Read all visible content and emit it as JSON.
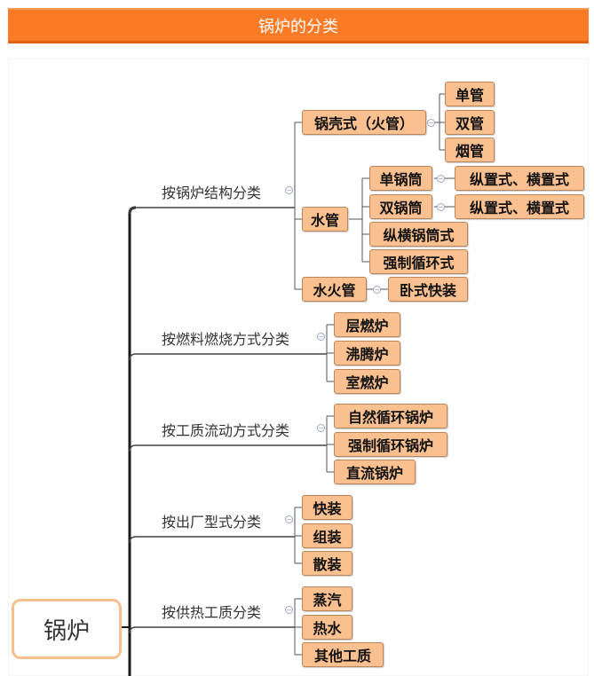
{
  "page": {
    "title": "锅炉的分类"
  },
  "colors": {
    "accent": "#fb7a26",
    "node_fill": "#fac08f",
    "node_border": "#b8865a",
    "root_border": "#f6c08e"
  },
  "root": {
    "label": "锅炉"
  },
  "categories": [
    {
      "label": "按锅炉结构分类",
      "children": [
        {
          "label": "锅壳式（火管）",
          "children": [
            "单管",
            "双管",
            "烟管"
          ]
        },
        {
          "label": "水管",
          "children": [
            "单锅筒",
            "双锅筒",
            "纵横锅筒式",
            "强制循环式"
          ],
          "grandchildren": {
            "单锅筒": "纵置式、横置式",
            "双锅筒": "纵置式、横置式"
          }
        },
        {
          "label": "水火管",
          "children": [
            "卧式快装"
          ]
        }
      ]
    },
    {
      "label": "按燃料燃烧方式分类",
      "children": [
        "层燃炉",
        "沸腾炉",
        "室燃炉"
      ]
    },
    {
      "label": "按工质流动方式分类",
      "children": [
        "自然循环锅炉",
        "强制循环锅炉",
        "直流锅炉"
      ]
    },
    {
      "label": "按出厂型式分类",
      "children": [
        "快装",
        "组装",
        "散装"
      ]
    },
    {
      "label": "按供热工质分类",
      "children": [
        "蒸汽",
        "热水",
        "其他工质"
      ]
    }
  ]
}
